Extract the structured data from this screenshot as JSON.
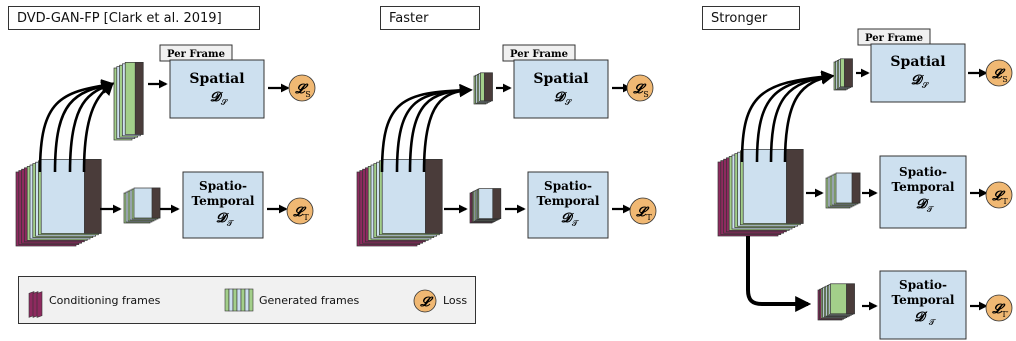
{
  "panels": [
    {
      "title": "DVD-GAN-FP [Clark et al. 2019]"
    },
    {
      "title": "Faster"
    },
    {
      "title": "Stronger"
    }
  ],
  "per_frame_tag": "Per Frame",
  "spatial": {
    "line1": "Spatial",
    "symbol": "𝓓",
    "sub": "𝓢"
  },
  "spatiotemporal": {
    "line1": "Spatio-",
    "line2": "Temporal",
    "symbol": "𝓓",
    "sub": "𝓣"
  },
  "loss": {
    "symbol": "𝓛",
    "sub_s": "S",
    "sub_t": "T",
    "sub_t_prime": "T",
    "prime": "′"
  },
  "legend": {
    "conditioning": "Conditioning frames",
    "generated": "Generated frames",
    "loss": "Loss"
  },
  "colors": {
    "disc_fill": "#cde0ef",
    "loss_fill": "#f0b873",
    "conditioning": "#8e2a5f",
    "generated_green": "#a3cf8a",
    "generated_blue": "#cde0ef",
    "tag_fill": "#f0f0f0"
  }
}
